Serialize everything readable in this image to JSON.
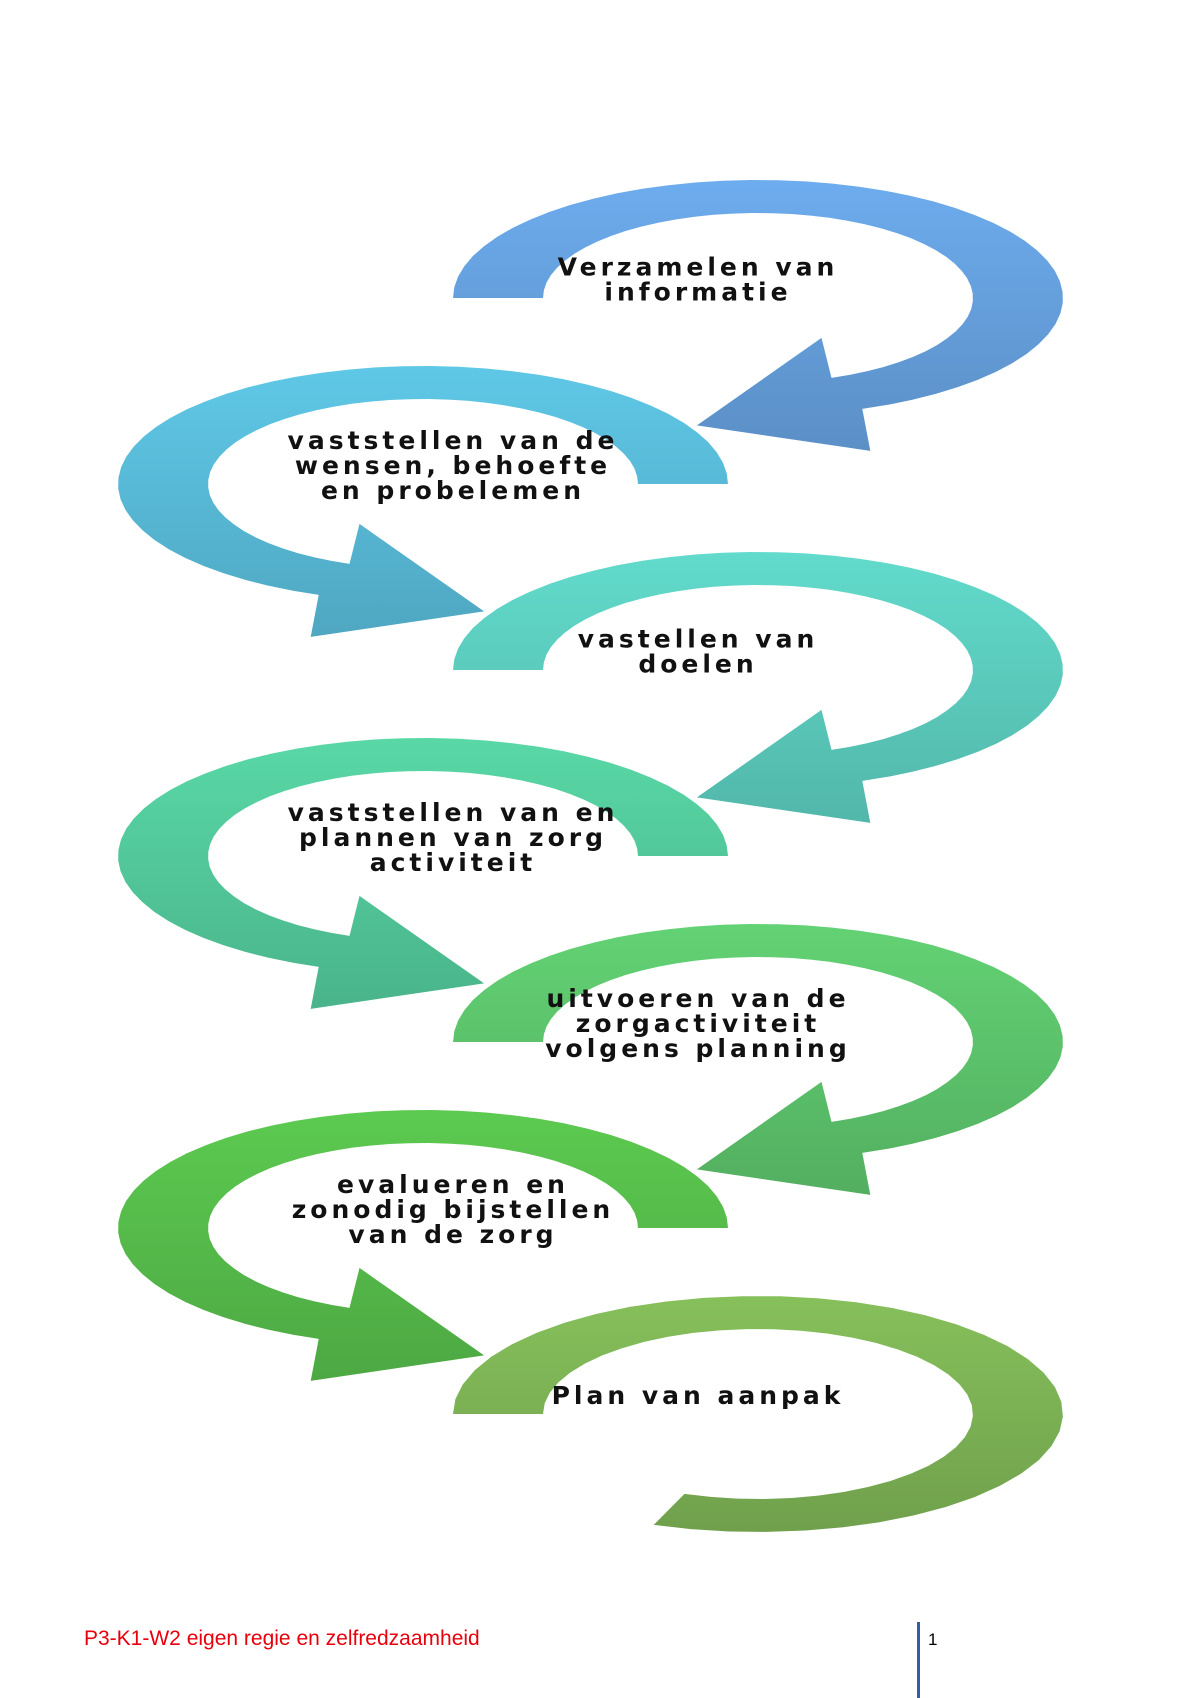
{
  "diagram": {
    "steps": [
      {
        "lines": [
          "Verzamelen van",
          "informatie"
        ],
        "color": "#659fdc"
      },
      {
        "lines": [
          "vaststellen van de",
          "wensen, behoefte",
          "en probelemen"
        ],
        "color": "#58b9d6"
      },
      {
        "lines": [
          "vastellen van",
          "doelen"
        ],
        "color": "#5bcbbd"
      },
      {
        "lines": [
          "vaststellen van en",
          "plannen van zorg",
          "activiteit"
        ],
        "color": "#52c89a"
      },
      {
        "lines": [
          "uitvoeren van de",
          "zorgactiviteit",
          "volgens planning"
        ],
        "color": "#5cc26b"
      },
      {
        "lines": [
          "evalueren en",
          "zonodig bijstellen",
          "van de zorg"
        ],
        "color": "#55bb4a"
      },
      {
        "lines": [
          "Plan van aanpak"
        ],
        "color": "#7cb254"
      }
    ]
  },
  "footer": {
    "title": "P3-K1-W2 eigen regie en zelfredzaamheid",
    "page_number": "1"
  }
}
